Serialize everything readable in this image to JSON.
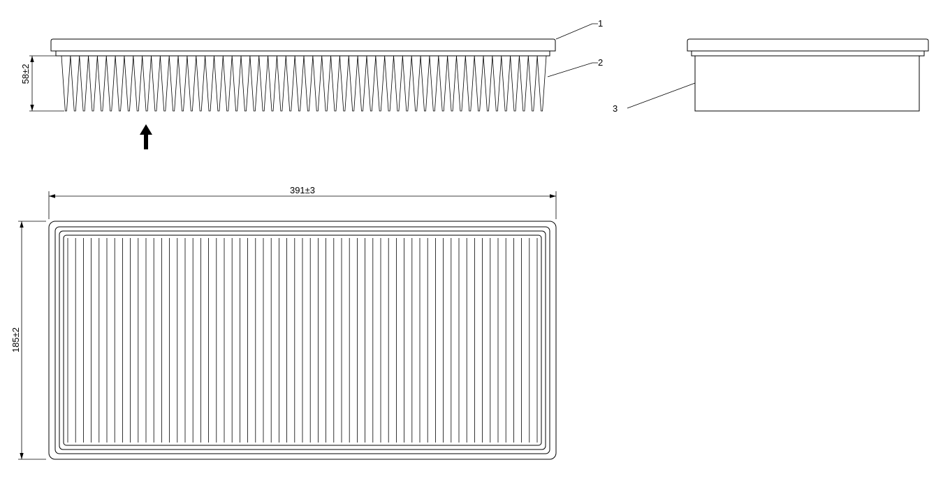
{
  "callouts": {
    "c1": "1",
    "c2": "2",
    "c3": "3"
  },
  "dimensions": {
    "height": "58±2",
    "length": "391±3",
    "width": "185±2"
  },
  "pleat_count": 54,
  "bottom_pleat_count": 60,
  "line_color": "#000000",
  "icons": {
    "arrow": "up-arrow-icon"
  }
}
